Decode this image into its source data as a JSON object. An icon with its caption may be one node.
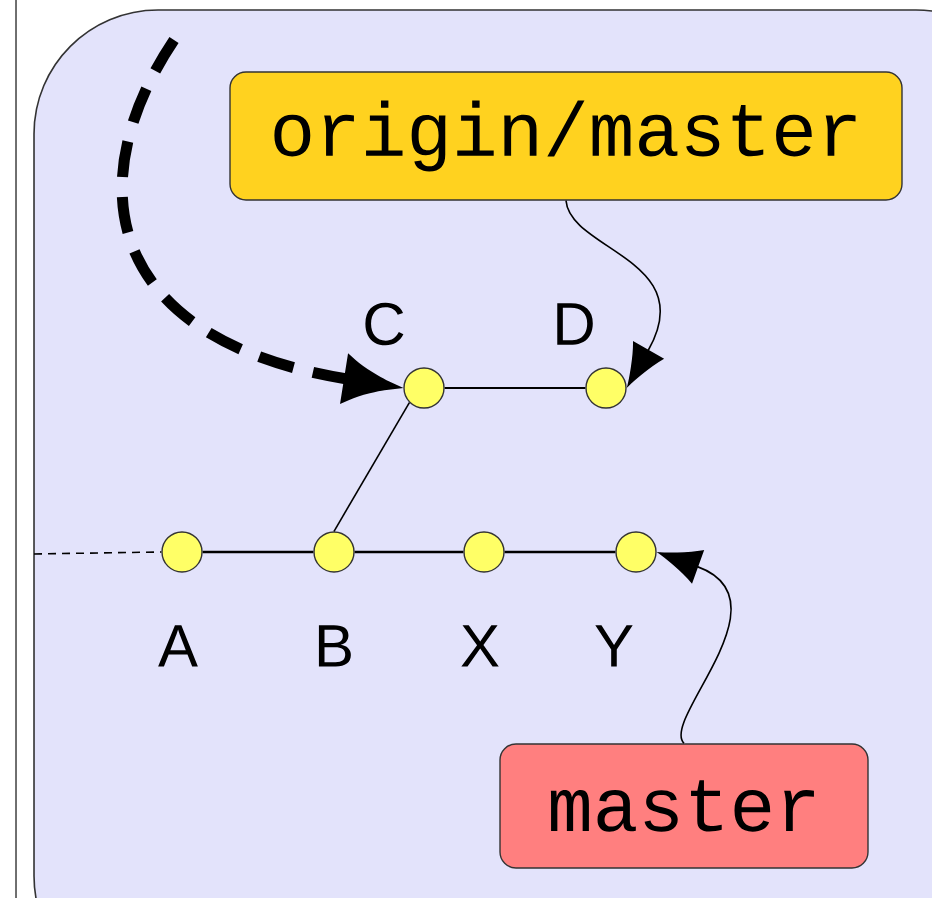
{
  "diagram": {
    "nodes": [
      {
        "text": [
          "origin/master"
        ]
      },
      {
        "text": [],
        "shape": "circle",
        "beside": [
          "C"
        ]
      },
      {
        "text": [],
        "shape": "circle",
        "beside": [
          "D"
        ]
      },
      {
        "text": [],
        "shape": "circle",
        "beside": [
          "A"
        ]
      },
      {
        "text": [],
        "shape": "circle",
        "beside": [
          "B"
        ]
      },
      {
        "text": [],
        "shape": "circle",
        "beside": [
          "X"
        ]
      },
      {
        "text": [],
        "shape": "circle",
        "beside": [
          "Y"
        ]
      },
      {
        "text": [
          "master"
        ]
      }
    ],
    "edges": [
      {
        "from": null,
        "to": 1,
        "arrow": "to",
        "style": "dashed"
      },
      {
        "from": 0,
        "to": 2,
        "arrow": "to"
      },
      {
        "from": 1,
        "to": 2,
        "arrow": "none"
      },
      {
        "from": 4,
        "to": 1,
        "arrow": "none"
      },
      {
        "from": null,
        "to": 3,
        "arrow": "none",
        "style": "dashed"
      },
      {
        "from": 3,
        "to": 4,
        "arrow": "none"
      },
      {
        "from": 4,
        "to": 5,
        "arrow": "none"
      },
      {
        "from": 5,
        "to": 6,
        "arrow": "none"
      },
      {
        "from": 7,
        "to": 6,
        "arrow": "to"
      }
    ]
  }
}
